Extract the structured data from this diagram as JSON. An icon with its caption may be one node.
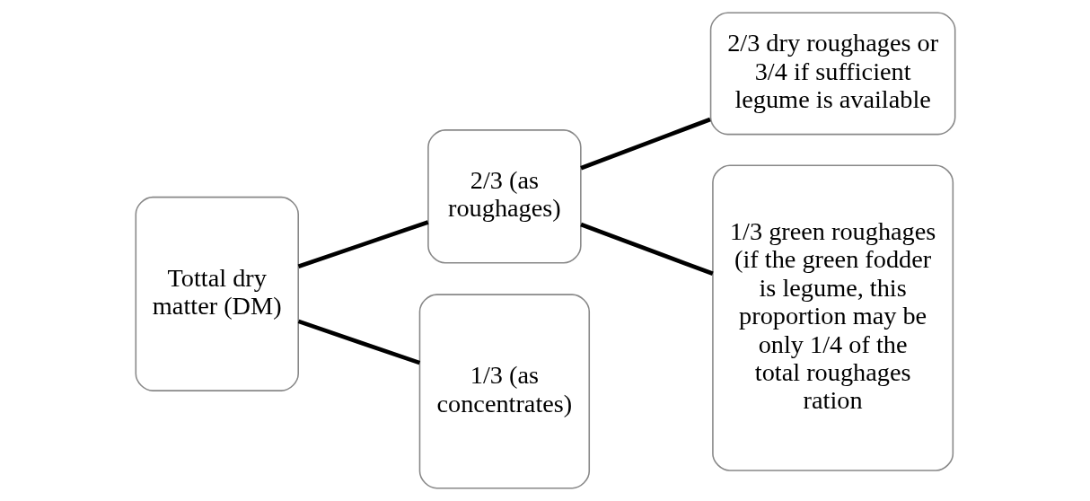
{
  "diagram": {
    "nodes": [
      {
        "text": [
          "Tottal dry matter (DM)"
        ]
      },
      {
        "text": [
          "2/3 (as roughages)"
        ]
      },
      {
        "text": [
          "1/3 (as concentrates)"
        ]
      },
      {
        "text": [
          "2/3 dry roughages or 3/4 if sufficient legume is available"
        ]
      },
      {
        "text": [
          "1/3 green roughages (if the green fodder is legume, this proportion may be only 1/4 of the total roughages ration"
        ]
      }
    ],
    "edges": [
      {
        "from": 0,
        "to": 1,
        "arrow": "none"
      },
      {
        "from": 0,
        "to": 2,
        "arrow": "none"
      },
      {
        "from": 1,
        "to": 3,
        "arrow": "none"
      },
      {
        "from": 1,
        "to": 4,
        "arrow": "none"
      }
    ]
  }
}
